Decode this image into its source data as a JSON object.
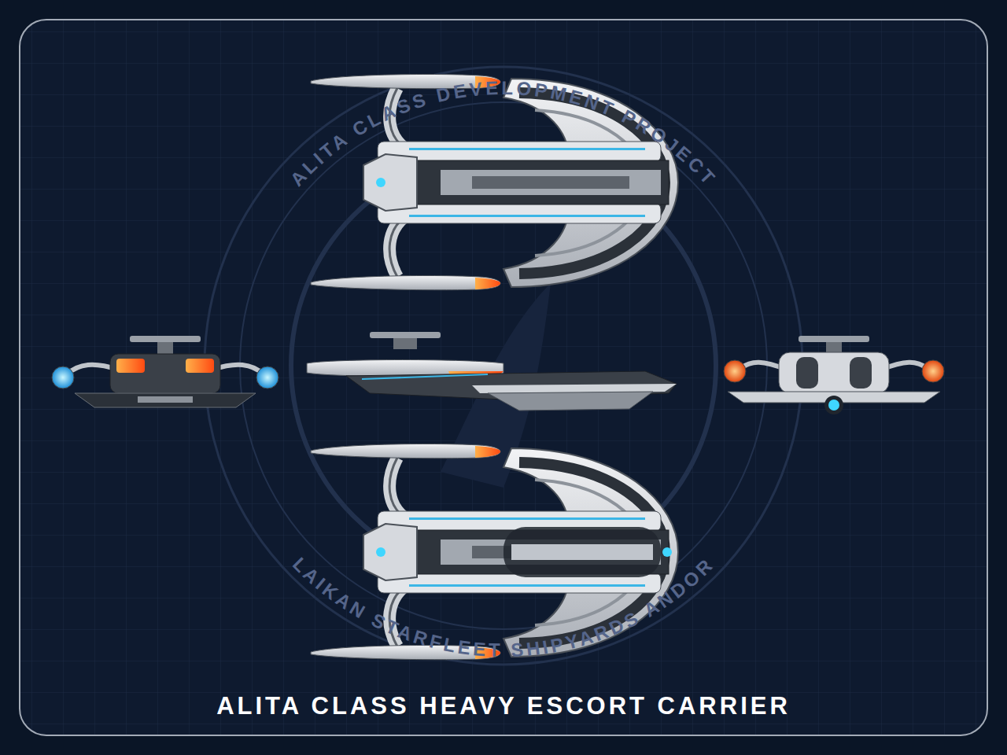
{
  "diagram": {
    "title": "ALITA CLASS HEAVY ESCORT CARRIER",
    "labels": [
      "ALITA CLASS DEVELOPMENT PROJECT",
      "LAIKAN STARFLEET SHIPYARDS ANDOR"
    ]
  }
}
